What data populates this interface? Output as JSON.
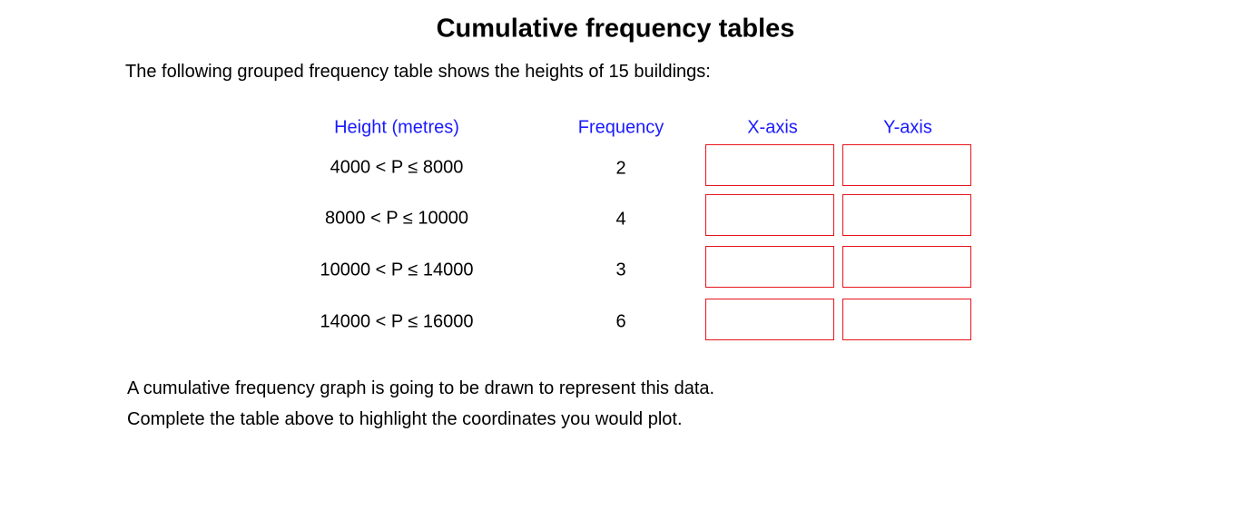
{
  "title": "Cumulative frequency tables",
  "intro": "The following grouped frequency table shows the heights of 15 buildings:",
  "table": {
    "headers": [
      "Height (metres)",
      "Frequency",
      "X-axis",
      "Y-axis"
    ],
    "rows": [
      {
        "height": "4000 < P ≤ 8000",
        "frequency": "2",
        "x": "",
        "y": ""
      },
      {
        "height": "8000 < P ≤ 10000",
        "frequency": "4",
        "x": "",
        "y": ""
      },
      {
        "height": "10000 < P ≤ 14000",
        "frequency": "3",
        "x": "",
        "y": ""
      },
      {
        "height": "14000 < P ≤ 16000",
        "frequency": "6",
        "x": "",
        "y": ""
      }
    ]
  },
  "footer": [
    "A cumulative frequency graph is going to be drawn to represent this data.",
    "Complete the table above to highlight the coordinates you would plot."
  ],
  "colors": {
    "header": "#1a1aff",
    "box_border": "#e8141c"
  }
}
